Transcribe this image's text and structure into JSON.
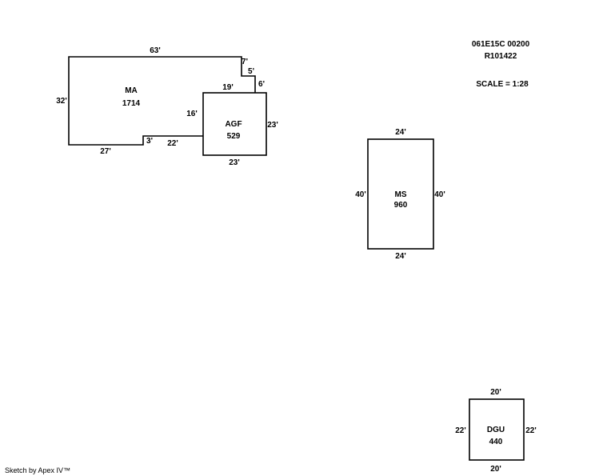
{
  "header": {
    "parcel_id": "061E15C 00200",
    "account": "R101422",
    "scale": "SCALE = 1:28"
  },
  "footer": {
    "credit": "Sketch by Apex IV™"
  },
  "areas": {
    "ma": {
      "code": "MA",
      "sqft": "1714",
      "dims": {
        "top": "63'",
        "left": "32'",
        "bottom": "27'",
        "notch_top": "7'",
        "notch_mid": "5'",
        "notch_right": "6'",
        "step": "3'",
        "connector": "22'"
      }
    },
    "agf": {
      "code": "AGF",
      "sqft": "529",
      "dims": {
        "top": "19'",
        "left": "16'",
        "right": "23'",
        "bottom": "23'"
      }
    },
    "ms": {
      "code": "MS",
      "sqft": "960",
      "dims": {
        "top": "24'",
        "bottom": "24'",
        "left": "40'",
        "right": "40'"
      }
    },
    "dgu": {
      "code": "DGU",
      "sqft": "440",
      "dims": {
        "top": "20'",
        "bottom": "20'",
        "left": "22'",
        "right": "22'"
      }
    }
  }
}
